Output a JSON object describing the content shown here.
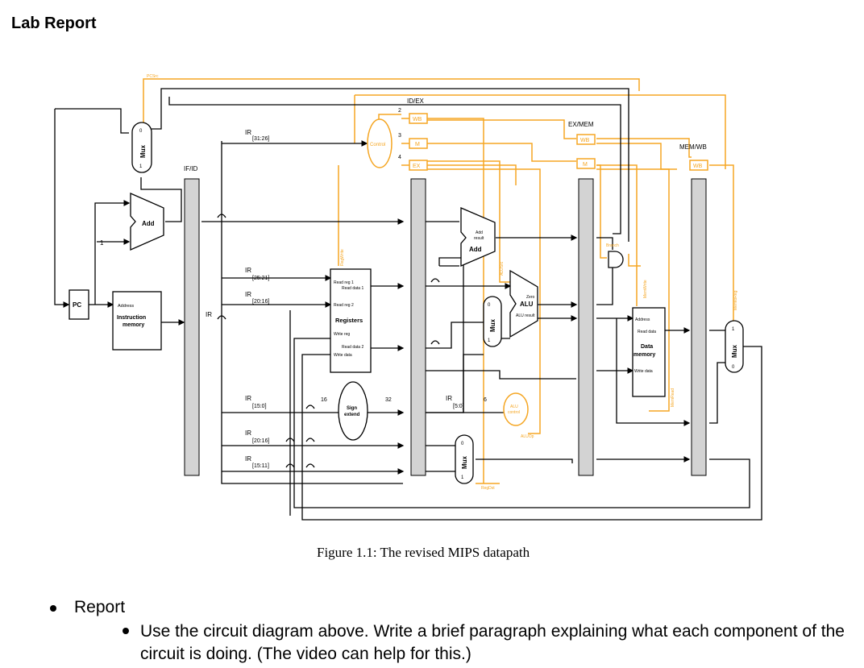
{
  "page": {
    "title": "Lab Report",
    "caption": "Figure 1.1: The revised MIPS datapath",
    "report_heading": "Report",
    "report_item": "Use the circuit diagram above. Write a brief paragraph explaining what each component of the circuit is doing. (The video can help for this.)"
  },
  "diagram": {
    "pipeline_registers": [
      "IF/ID",
      "ID/EX",
      "EX/MEM",
      "MEM/WB"
    ],
    "control": "Control",
    "stage_fields": {
      "wb": "WB",
      "m": "M",
      "ex": "EX"
    },
    "control_widths": [
      "2",
      "3",
      "4"
    ],
    "pc": "PC",
    "add": "Add",
    "add_result_line1": "Add",
    "add_result_line2": "result",
    "mux": "Mux",
    "const_one": "1",
    "mux_in0": "0",
    "mux_in1": "1",
    "instr_mem": {
      "address": "Address",
      "line1": "Instruction",
      "line2": "memory"
    },
    "ir": "IR",
    "ir_fields": [
      "[31:26]",
      "[25:21]",
      "[20:16]",
      "[15:0]",
      "[20:16]",
      "[15:11]",
      "[5:0]"
    ],
    "registers": {
      "title": "Registers",
      "read_reg1": "Read reg 1",
      "read_data1": "Read data 1",
      "read_reg2": "Read reg 2",
      "write_reg": "Write reg",
      "read_data2": "Read data 2",
      "write_data": "Write data"
    },
    "sign_extend_line1": "Sign",
    "sign_extend_line2": "extend",
    "width_16": "16",
    "width_32": "32",
    "width_6": "6",
    "alu": "ALU",
    "zero": "Zero",
    "alu_result": "ALU result",
    "alu_control_line1": "ALU",
    "alu_control_line2": "control",
    "data_mem": {
      "address": "Address",
      "read_data": "Read data",
      "line1": "Data",
      "line2": "memory",
      "write_data": "Write data"
    },
    "signals": {
      "pcsrc": "PCSrc",
      "branch": "Branch",
      "regwrite": "RegWrite",
      "alusrc": "ALUSrc",
      "aluop": "ALUOp",
      "regdst": "RegDst",
      "memwrite": "MemWrite",
      "memread": "MemRead",
      "memtoreg": "MemtoReg"
    }
  },
  "colors": {
    "control_line": "#f5a623",
    "pipeline_reg": "#d3d3d3",
    "wire": "#000000"
  }
}
